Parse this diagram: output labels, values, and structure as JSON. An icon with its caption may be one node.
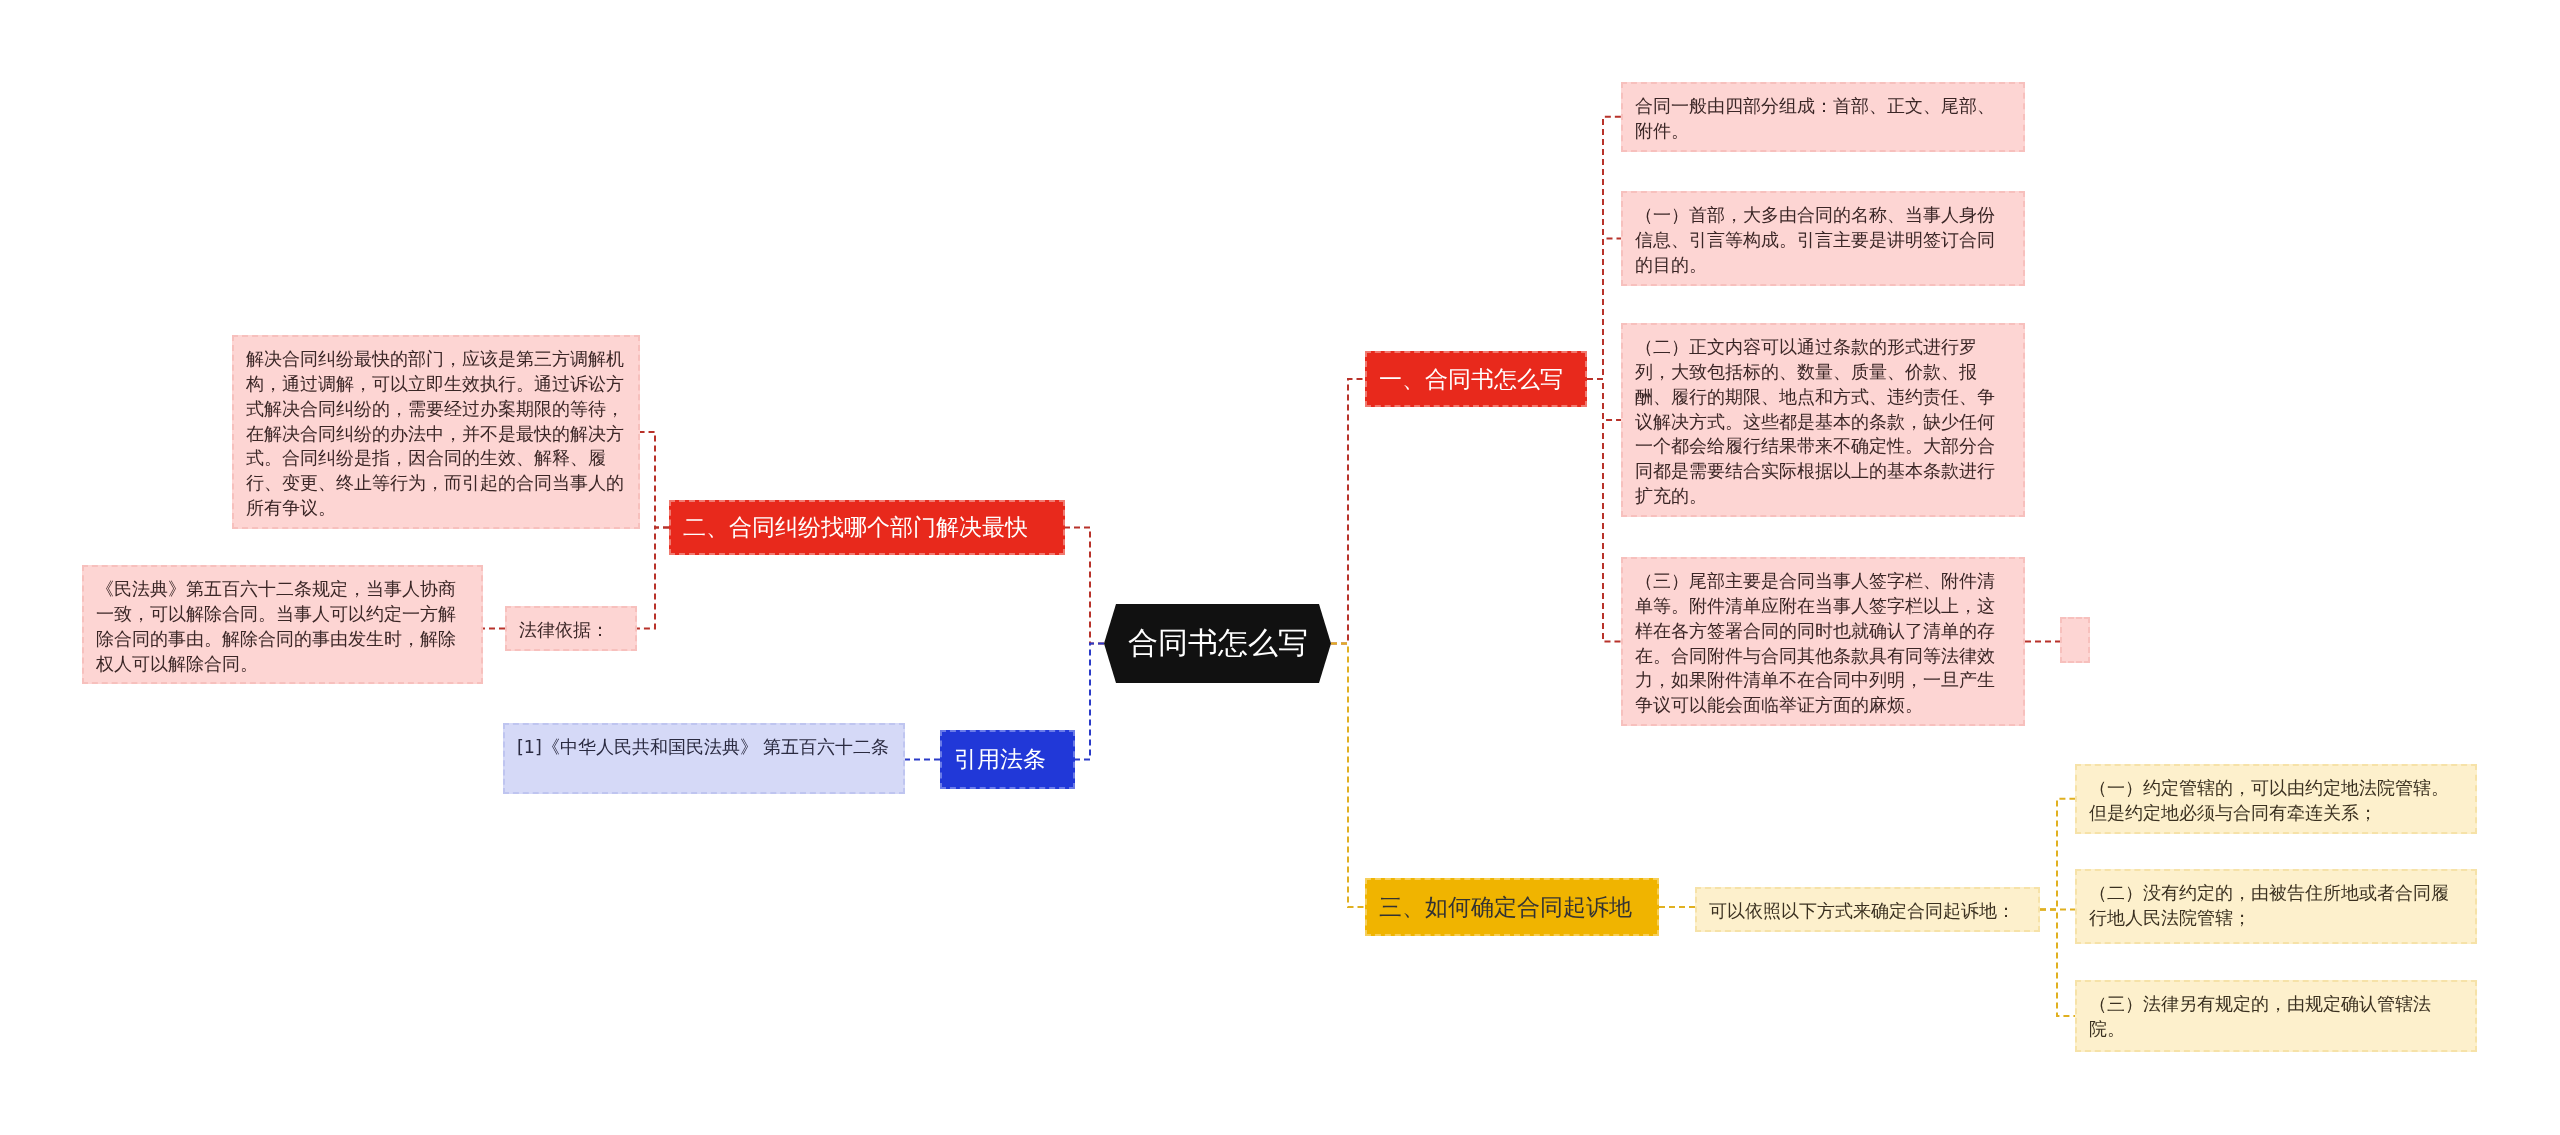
{
  "diagram": {
    "nodes": [
      {
        "text": [
          "合同书怎么写"
        ]
      },
      {
        "text": [
          "一、合同书怎么写"
        ]
      },
      {
        "text": [
          "合同一般由四部分组成：首部、正文、尾部、附件。"
        ]
      },
      {
        "text": [
          "（一）首部，大多由合同的名称、当事人身份信息、引言等构成。引言主要是讲明签订合同的目的。"
        ]
      },
      {
        "text": [
          "（二）正文内容可以通过条款的形式进行罗列，大致包括标的、数量、质量、价款、报酬、履行的期限、地点和方式、违约责任、争议解决方式。这些都是基本的条款，缺少任何一个都会给履行结果带来不确定性。大部分合同都是需要结合实际根据以上的基本条款进行扩充的。"
        ]
      },
      {
        "text": [
          "（三）尾部主要是合同当事人签字栏、附件清单等。附件清单应附在当事人签字栏以上，这样在各方签署合同的同时也就确认了清单的存在。合同附件与合同其他条款具有同等法律效力，如果附件清单不在合同中列明，一旦产生争议可以能会面临举证方面的麻烦。"
        ]
      },
      {
        "text": [],
        "shape": "box"
      },
      {
        "text": [
          "三、如何确定合同起诉地"
        ]
      },
      {
        "text": [
          "可以依照以下方式来确定合同起诉地："
        ]
      },
      {
        "text": [
          "（一）约定管辖的，可以由约定地法院管辖。但是约定地必须与合同有牵连关系；"
        ]
      },
      {
        "text": [
          "（二）没有约定的，由被告住所地或者合同履行地人民法院管辖；"
        ]
      },
      {
        "text": [
          "（三）法律另有规定的，由规定确认管辖法院。"
        ]
      },
      {
        "text": [
          "二、合同纠纷找哪个部门解决最快"
        ]
      },
      {
        "text": [
          "解决合同纠纷最快的部门，应该是第三方调解机构，通过调解，可以立即生效执行。通过诉讼方式解决合同纠纷的，需要经过办案期限的等待，在解决合同纠纷的办法中，并不是最快的解决方式。合同纠纷是指，因合同的生效、解释、履行、变更、终止等行为，而引起的合同当事人的所有争议。"
        ]
      },
      {
        "text": [
          "法律依据："
        ]
      },
      {
        "text": [
          "《民法典》第五百六十二条规定，当事人协商一致，可以解除合同。当事人可以约定一方解除合同的事由。解除合同的事由发生时，解除权人可以解除合同。"
        ]
      },
      {
        "text": [
          "引用法条"
        ]
      },
      {
        "text": [
          "[1]《中华人民共和国民法典》 第五百六十二条"
        ]
      }
    ],
    "edges": [
      {
        "from": 0,
        "to": 1,
        "arrow": "none"
      },
      {
        "from": 1,
        "to": 2,
        "arrow": "none"
      },
      {
        "from": 1,
        "to": 3,
        "arrow": "none"
      },
      {
        "from": 1,
        "to": 4,
        "arrow": "none"
      },
      {
        "from": 1,
        "to": 5,
        "arrow": "none"
      },
      {
        "from": 5,
        "to": 6,
        "arrow": "none"
      },
      {
        "from": 0,
        "to": 7,
        "arrow": "none",
        "color": "#e0b020"
      },
      {
        "from": 7,
        "to": 8,
        "arrow": "none",
        "color": "#e0b020"
      },
      {
        "from": 8,
        "to": 9,
        "arrow": "none",
        "color": "#e0b020"
      },
      {
        "from": 8,
        "to": 10,
        "arrow": "none",
        "color": "#e0b020"
      },
      {
        "from": 8,
        "to": 11,
        "arrow": "none",
        "color": "#e0b020"
      },
      {
        "from": 0,
        "to": 12,
        "arrow": "none"
      },
      {
        "from": 12,
        "to": 13,
        "arrow": "none"
      },
      {
        "from": 12,
        "to": 14,
        "arrow": "none"
      },
      {
        "from": 14,
        "to": 15,
        "arrow": "none"
      },
      {
        "from": 0,
        "to": 16,
        "arrow": "none",
        "color": "#2a3bc8"
      },
      {
        "from": 16,
        "to": 17,
        "arrow": "none",
        "color": "#2a3bc8"
      }
    ]
  }
}
